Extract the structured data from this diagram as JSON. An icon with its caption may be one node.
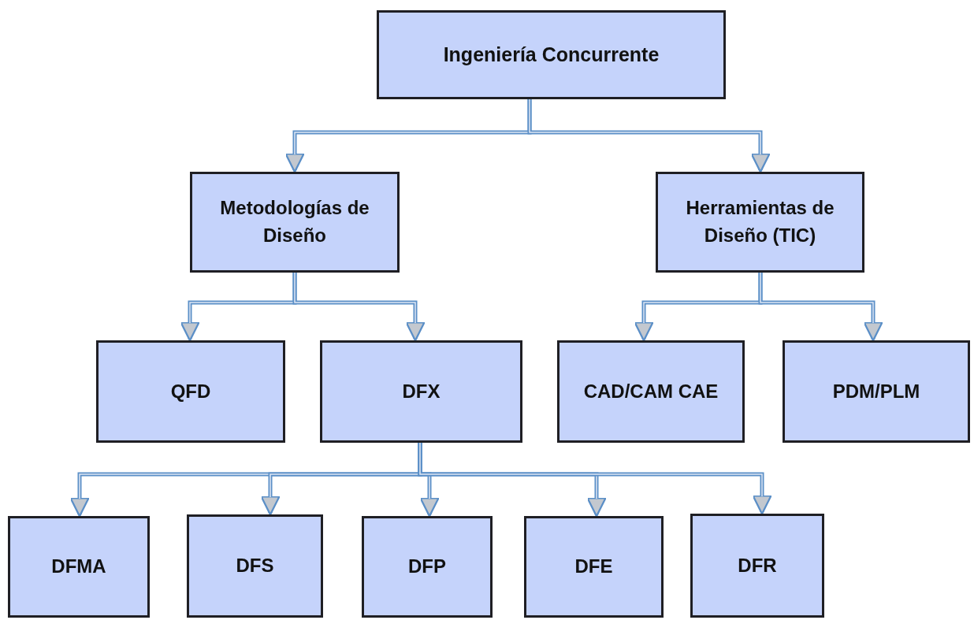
{
  "diagram": {
    "nodes": [
      {
        "text": [
          "Ingeniería Concurrente"
        ]
      },
      {
        "text": [
          "Metodologías de Diseño"
        ]
      },
      {
        "text": [
          "Herramientas de Diseño (TIC)"
        ]
      },
      {
        "text": [
          "QFD"
        ]
      },
      {
        "text": [
          "DFX"
        ]
      },
      {
        "text": [
          "CAD/CAM CAE"
        ]
      },
      {
        "text": [
          "PDM/PLM"
        ]
      },
      {
        "text": [
          "DFMA"
        ]
      },
      {
        "text": [
          "DFS"
        ]
      },
      {
        "text": [
          "DFP"
        ]
      },
      {
        "text": [
          "DFE"
        ]
      },
      {
        "text": [
          "DFR"
        ]
      }
    ],
    "edges": [
      {
        "from": 0,
        "to": 1,
        "arrow": "to"
      },
      {
        "from": 0,
        "to": 2,
        "arrow": "to"
      },
      {
        "from": 1,
        "to": 3,
        "arrow": "to"
      },
      {
        "from": 1,
        "to": 4,
        "arrow": "to"
      },
      {
        "from": 2,
        "to": 5,
        "arrow": "to"
      },
      {
        "from": 2,
        "to": 6,
        "arrow": "to"
      },
      {
        "from": 4,
        "to": 7,
        "arrow": "to"
      },
      {
        "from": 4,
        "to": 8,
        "arrow": "to"
      },
      {
        "from": 4,
        "to": 9,
        "arrow": "to"
      },
      {
        "from": 4,
        "to": 10,
        "arrow": "to"
      },
      {
        "from": 4,
        "to": 11,
        "arrow": "to"
      }
    ]
  }
}
